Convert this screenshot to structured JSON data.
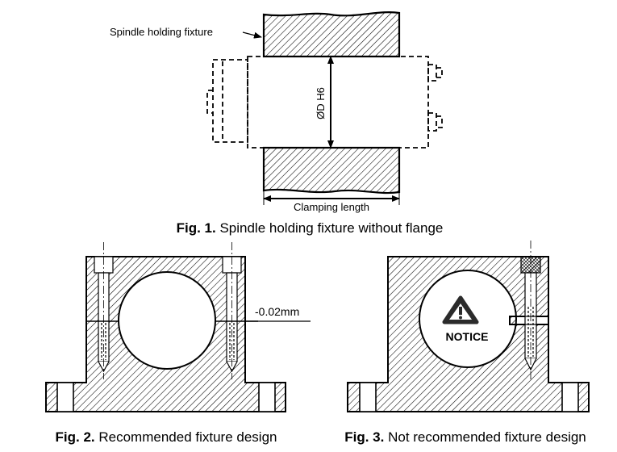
{
  "fig1": {
    "callout": "Spindle holding fixture",
    "dimension_label": "ØD H6",
    "length_label": "Clamping length",
    "caption_bold": "Fig. 1.",
    "caption_text": " Spindle holding fixture without flange"
  },
  "fig2": {
    "tolerance_label": "-0.02mm",
    "caption_bold": "Fig. 2.",
    "caption_text": " Recommended  fixture design"
  },
  "fig3": {
    "notice_label": "NOTICE",
    "caption_bold": "Fig. 3.",
    "caption_text": " Not recommended  fixture design"
  },
  "colors": {
    "line": "#000000",
    "hatch": "#000000",
    "background": "#ffffff"
  }
}
